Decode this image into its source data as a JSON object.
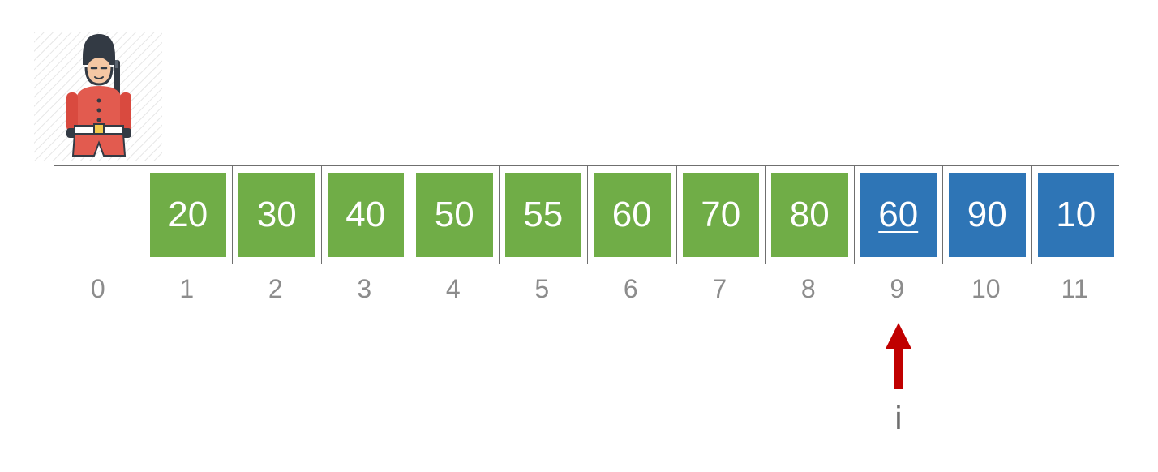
{
  "array": {
    "cells": [
      {
        "index": "0",
        "value": "",
        "state": "empty"
      },
      {
        "index": "1",
        "value": "20",
        "state": "sorted"
      },
      {
        "index": "2",
        "value": "30",
        "state": "sorted"
      },
      {
        "index": "3",
        "value": "40",
        "state": "sorted"
      },
      {
        "index": "4",
        "value": "50",
        "state": "sorted"
      },
      {
        "index": "5",
        "value": "55",
        "state": "sorted"
      },
      {
        "index": "6",
        "value": "60",
        "state": "sorted"
      },
      {
        "index": "7",
        "value": "70",
        "state": "sorted"
      },
      {
        "index": "8",
        "value": "80",
        "state": "sorted"
      },
      {
        "index": "9",
        "value": "60",
        "state": "current"
      },
      {
        "index": "10",
        "value": "90",
        "state": "unsorted"
      },
      {
        "index": "11",
        "value": "10",
        "state": "unsorted"
      }
    ]
  },
  "pointer": {
    "label": "i",
    "target_index": 9,
    "icon": "up-arrow-icon",
    "color": "#c00000"
  },
  "sentinel": {
    "icon": "royal-guard-icon",
    "position_index": 0
  },
  "colors": {
    "sorted": "#70ad47",
    "unsorted": "#2e75b6",
    "index_text": "#8c8c8c",
    "border": "#6f6f6f"
  }
}
